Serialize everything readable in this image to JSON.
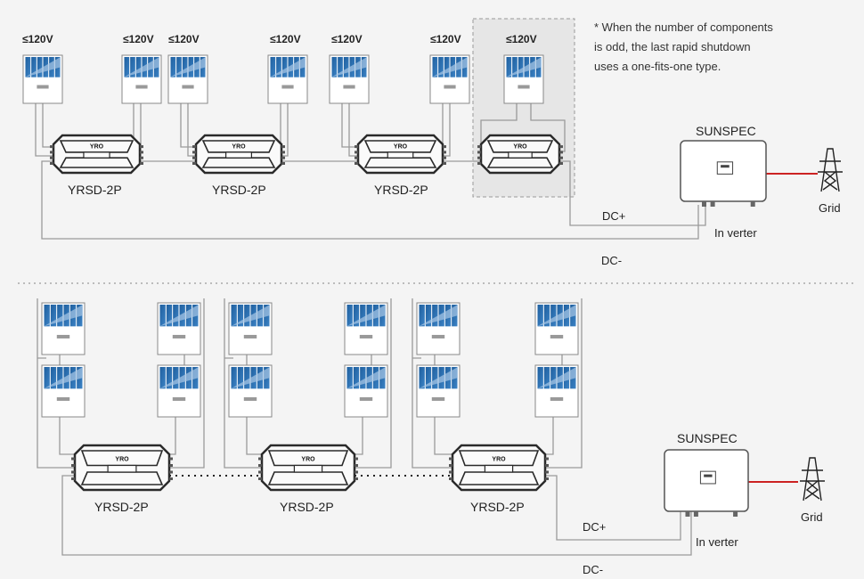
{
  "top": {
    "voltage_labels": [
      "≤120V",
      "≤120V",
      "≤120V",
      "≤120V",
      "≤120V",
      "≤120V",
      "≤120V"
    ],
    "device_labels": [
      "YRSD-2P",
      "YRSD-2P",
      "YRSD-2P"
    ],
    "brand_mark": "YRO",
    "inverter_label": "SUNSPEC",
    "inverter_caption": "In verter",
    "grid_label": "Grid",
    "dc_plus": "DC+",
    "dc_minus": "DC-",
    "note_lines": [
      "* When the number of components",
      "is odd, the last rapid shutdown",
      "uses a one-fits-one type."
    ]
  },
  "bottom": {
    "device_labels": [
      "YRSD-2P",
      "YRSD-2P",
      "YRSD-2P"
    ],
    "brand_mark": "YRO",
    "inverter_label": "SUNSPEC",
    "inverter_caption": "In verter",
    "grid_label": "Grid",
    "dc_plus": "DC+",
    "dc_minus": "DC-"
  },
  "colors": {
    "panel_blue": "#2b6fb0",
    "panel_light": "#a9c8e6",
    "panel_frame": "#888888",
    "device_body": "#2a2a2a",
    "wire": "#9a9a9a",
    "ac_line": "#cc2222"
  }
}
